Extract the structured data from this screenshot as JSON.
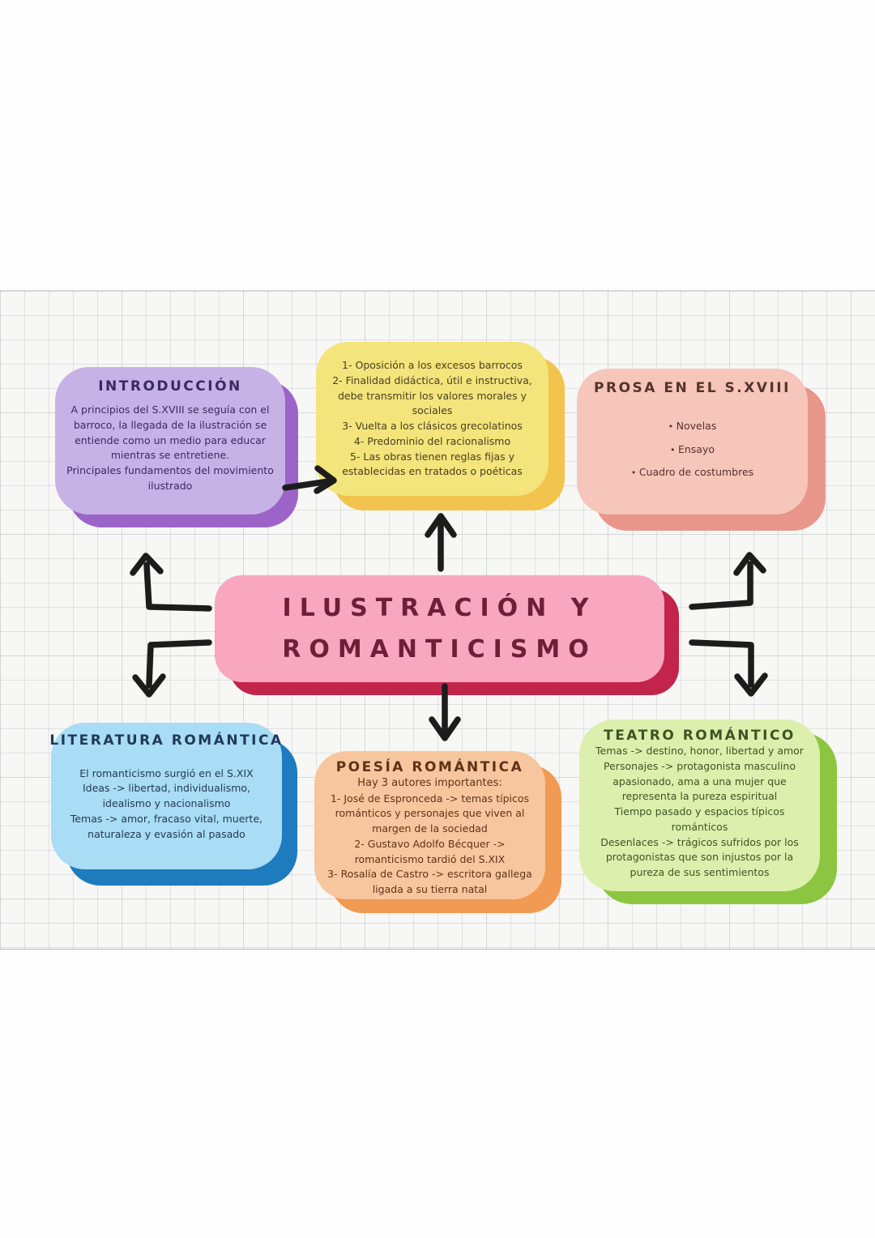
{
  "paper": {
    "background": "#f7f7f5",
    "grid_line": "#b9bcc6"
  },
  "center_box": {
    "line1": "ILUSTRACIÓN Y",
    "line2": "ROMANTICISMO",
    "colors": {
      "fill": "#f9a6bf",
      "shadow": "#c2244a",
      "ink": "#6d1f3a"
    }
  },
  "boxes": {
    "introduccion": {
      "title": "INTRODUCCIÓN",
      "lines": [
        "A principios del S.XVIII se seguía con el barroco, la llegada de la ilustración se entiende como un medio para educar mientras se entretiene.",
        "Principales fundamentos del movimiento ilustrado"
      ],
      "colors": {
        "fill": "#c7b2e6",
        "shadow": "#9c64c8",
        "ink": "#3b2a5e"
      }
    },
    "caracteristicas": {
      "lines": [
        "1- Oposición a los excesos barrocos",
        "2- Finalidad didáctica, útil e instructiva, debe transmitir los valores morales y sociales",
        "3- Vuelta a los clásicos grecolatinos",
        "4- Predominio del racionalismo",
        "5- Las obras tienen reglas fijas y establecidas en tratados o poéticas"
      ],
      "colors": {
        "fill": "#f3e47c",
        "shadow": "#f2c44d",
        "ink": "#4a401f"
      }
    },
    "prosa": {
      "title": "PROSA EN EL S.XVIII",
      "bullets": [
        "Novelas",
        "Ensayo",
        "Cuadro de costumbres"
      ],
      "colors": {
        "fill": "#f6c6ba",
        "shadow": "#e9968a",
        "ink": "#54332a"
      }
    },
    "literatura": {
      "title": "LITERATURA ROMÁNTICA",
      "lines": [
        "El romanticismo surgió en el S.XIX",
        "Ideas -> libertad, individualismo, idealismo y nacionalismo",
        "Temas -> amor, fracaso vital, muerte, naturaleza y evasión al pasado"
      ],
      "colors": {
        "fill": "#a9dcf5",
        "shadow": "#1e7bbd",
        "ink": "#20395c"
      }
    },
    "poesia": {
      "title": "POESÍA ROMÁNTICA",
      "subtitle": "Hay 3 autores importantes:",
      "lines": [
        "1- José de Espronceda -> temas típicos románticos y personajes que viven al margen de la sociedad",
        "2- Gustavo Adolfo Bécquer -> romanticismo tardió del S.XIX",
        "3- Rosalía de Castro -> escritora gallega ligada a su tierra natal"
      ],
      "colors": {
        "fill": "#f8c69e",
        "shadow": "#f19a54",
        "ink": "#5e3317"
      }
    },
    "teatro": {
      "title": "TEATRO ROMÁNTICO",
      "lines": [
        "Temas -> destino, honor, libertad y amor",
        "Personajes -> protagonista masculino apasionado, ama a una mujer que representa la pureza espiritual",
        "Tiempo pasado y espacios típicos románticos",
        "Desenlaces -> trágicos sufridos por los protagonistas que son injustos por la pureza de sus sentimientos"
      ],
      "colors": {
        "fill": "#dcefad",
        "shadow": "#8cc640",
        "ink": "#3f5423"
      }
    }
  },
  "arrows": {
    "color": "#1c1c1c"
  }
}
